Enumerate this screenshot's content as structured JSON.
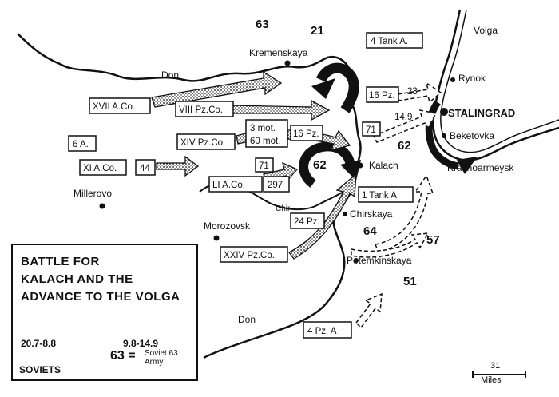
{
  "rivers": {
    "volga": "Volga",
    "don_north": "Don",
    "don_south": "Don",
    "chir": "Chir"
  },
  "places": {
    "kremenskaya": "Kremenskaya",
    "rynok": "Rynok",
    "stalingrad": "STALINGRAD",
    "beketovka": "Beketovka",
    "krasnoarmeysk": "Krasnoarmeysk",
    "kalach": "Kalach",
    "millerovo": "Millerovo",
    "morozovsk": "Morozovsk",
    "chirskaya": "Chirskaya",
    "potemkinskaya": "Potemkinskaya"
  },
  "german_units": {
    "tank4": "4 Tank A.",
    "a6": "6 A.",
    "xvii": "XVII A.Co.",
    "viii": "VIII Pz.Co.",
    "xiv": "XIV Pz.Co.",
    "mot3": "3 mot.",
    "mot60": "60 mot.",
    "pz16a": "16 Pz.",
    "pz16b": "16 Pz.",
    "xi": "XI A.Co.",
    "d44": "44",
    "d71a": "71",
    "d71b": "71",
    "li": "LI A.Co.",
    "d297": "297",
    "pz24": "24 Pz.",
    "xxiv": "XXIV Pz.Co.",
    "tank1": "1 Tank A.",
    "pz4": "4 Pz. A",
    "d23": "23"
  },
  "soviet_armies": {
    "a63": "63",
    "a21": "21",
    "a62_east": "62",
    "a62_center": "62",
    "a64": "64",
    "a57": "57",
    "a51": "51"
  },
  "dates": {
    "d149": "14.9"
  },
  "legend": {
    "title_1": "BATTLE FOR",
    "title_2": "KALACH AND THE",
    "title_3": "ADVANCE TO THE VOLGA",
    "date_german": "20.7-8.8",
    "date_second": "9.8-14.9",
    "soviets": "SOVIETS",
    "key_number": "63 =",
    "key_line1": "Soviet 63",
    "key_line2": "Army"
  },
  "scale": {
    "distance": "31",
    "unit": "Miles"
  },
  "colors": {
    "ink": "#111111",
    "paper": "#ffffff"
  }
}
